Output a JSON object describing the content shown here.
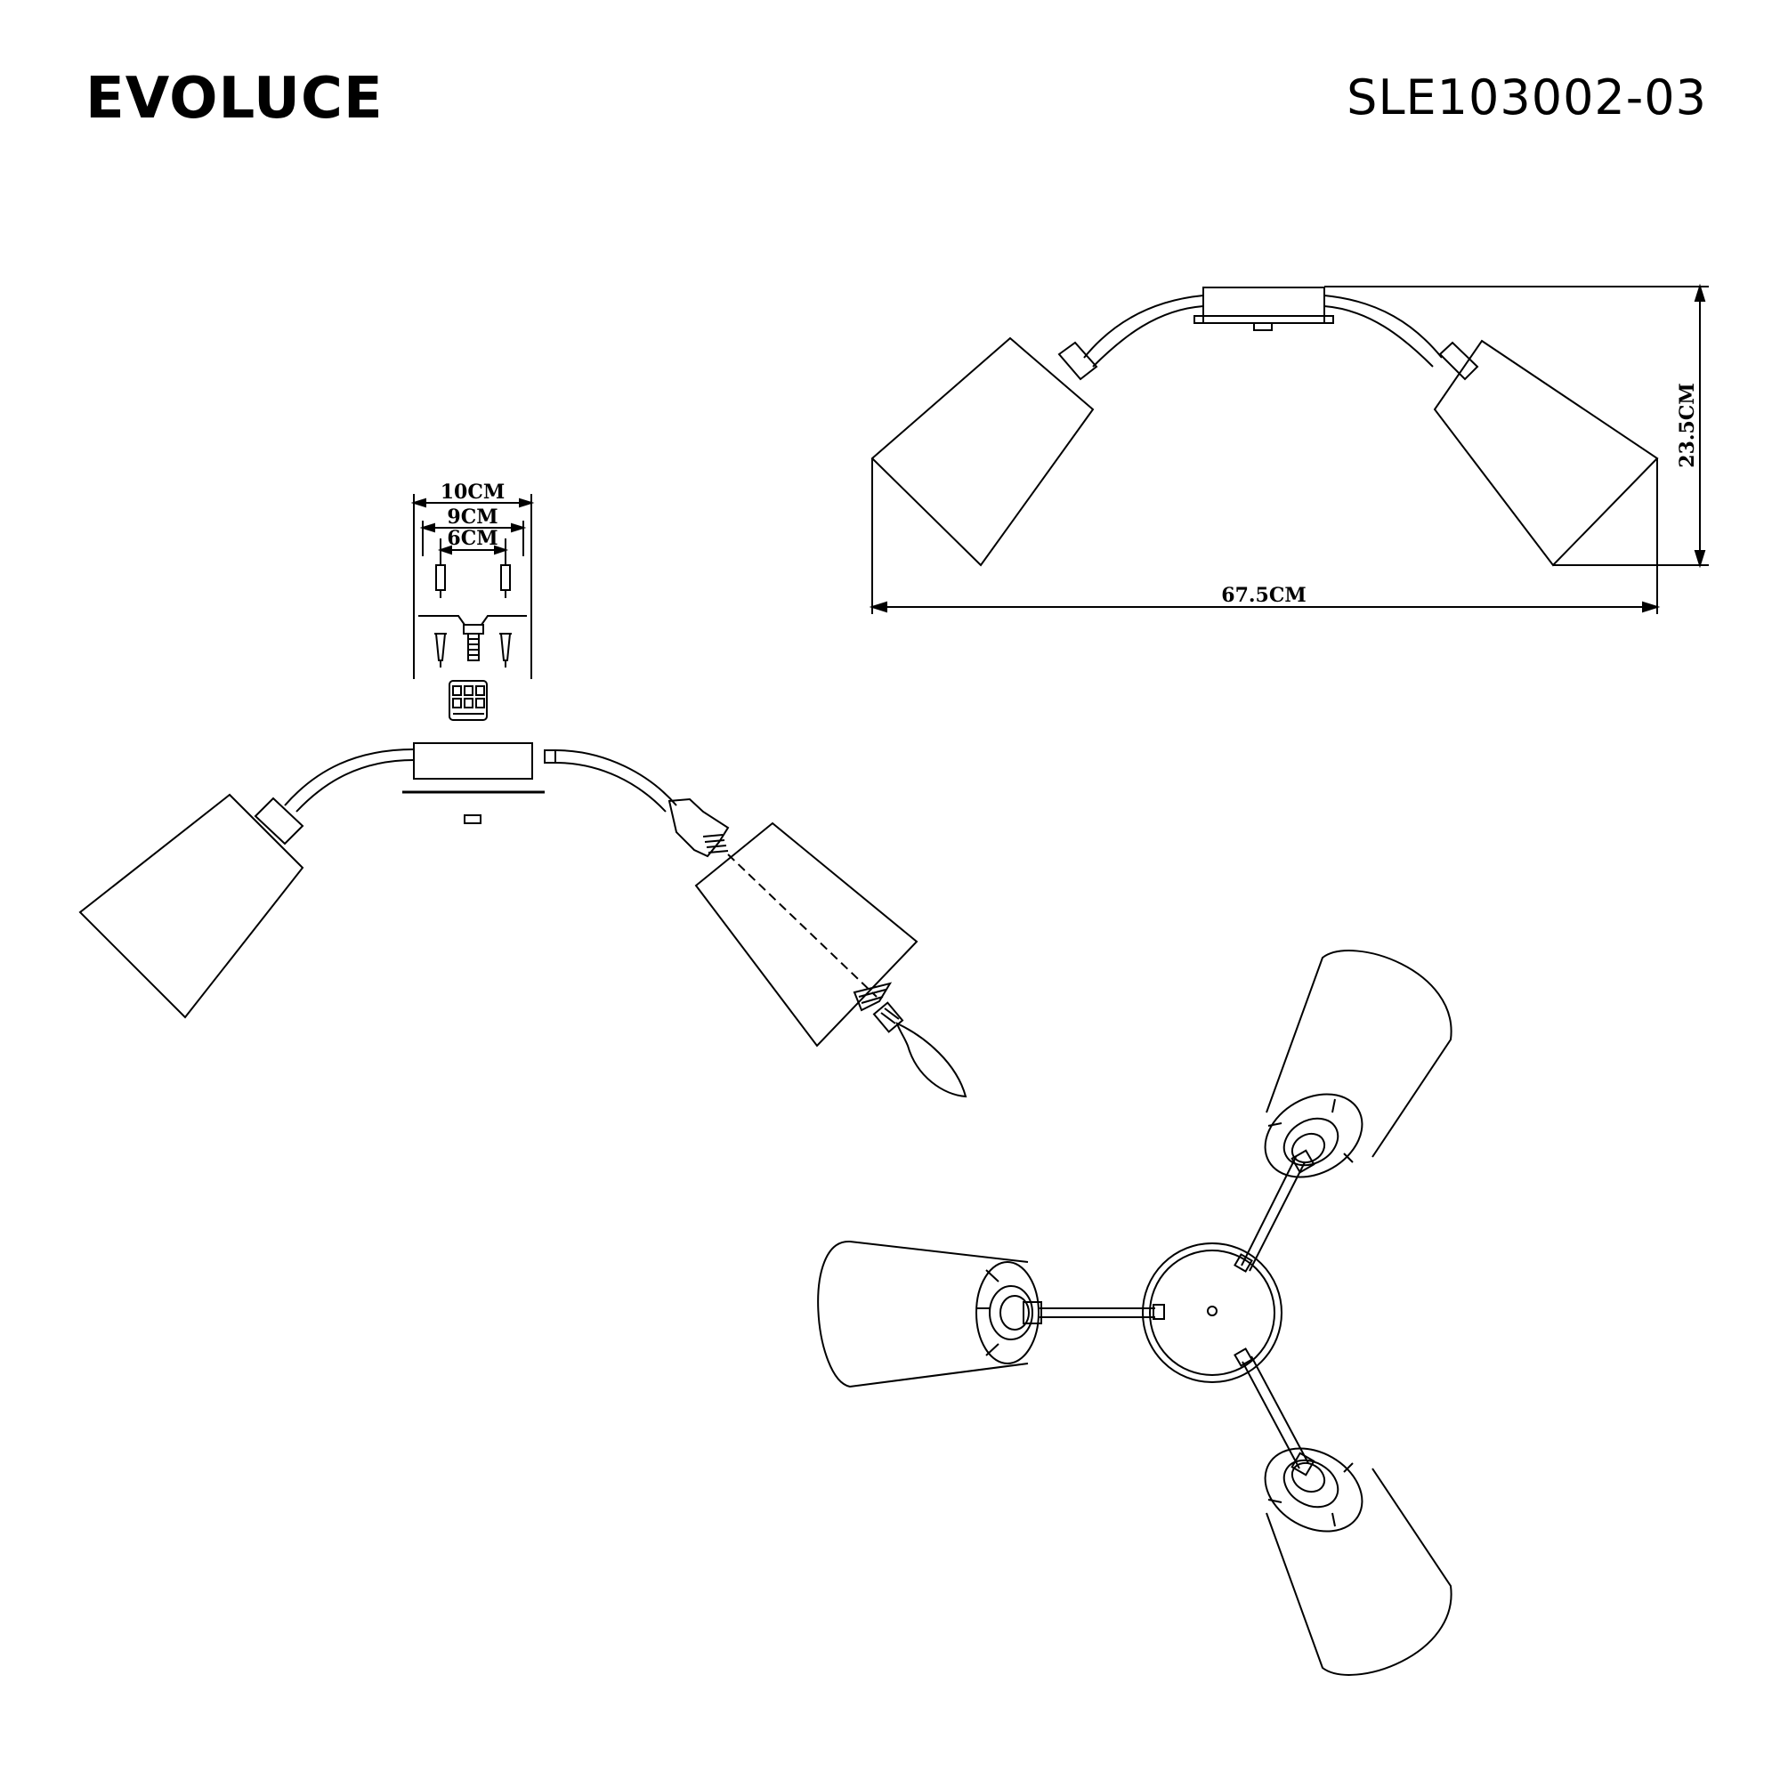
{
  "header": {
    "brand": "EVOLUCE",
    "model": "SLE103002-03"
  },
  "dimensions": {
    "width_total": "67.5CM",
    "height_total": "23.5CM",
    "bracket_10": "10CM",
    "bracket_9": "9CM",
    "bracket_6": "6CM"
  }
}
